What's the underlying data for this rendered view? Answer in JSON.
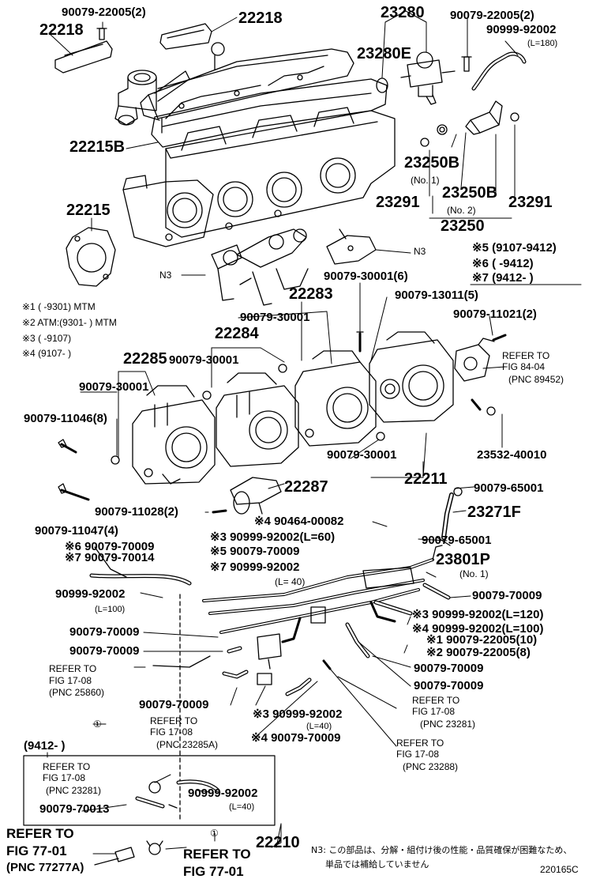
{
  "labels": {
    "p90079_22005_2_top": "90079-22005(2)",
    "p22218_right": "22218",
    "p22218_left": "22218",
    "p23280": "23280",
    "p90079_22005_2_right": "90079-22005(2)",
    "p90999_92002_top": "90999-92002",
    "len180": "(L=180)",
    "p23280E": "23280E",
    "p22215B": "22215B",
    "p23250B_no1": "23250B",
    "no1_a": "(No. 1)",
    "p23250B_no2": "23250B",
    "no2": "(No. 2)",
    "p23291_left": "23291",
    "p23291_right": "23291",
    "p23250": "23250",
    "p22215": "22215",
    "n3_right": "N3",
    "n3_left": "N3",
    "note5": "※5 (9107-9412)",
    "note6": "※6 (      -9412)",
    "note7": "※7 (9412-      )",
    "p90079_30001_6": "90079-30001(6)",
    "note1": "※1 (      -9301) MTM",
    "note2": "※2 ATM:(9301-      ) MTM",
    "note3": "※3 (      -9107)",
    "note4": "※4 (9107-      )",
    "p22283": "22283",
    "p90079_13011_5": "90079-13011(5)",
    "p90079_30001_a": "90079-30001",
    "p90079_11021_2": "90079-11021(2)",
    "p22284": "22284",
    "refer_84": "REFER TO",
    "fig_84": "FIG 84-04",
    "pnc_89452": "(PNC 89452)",
    "p22285": "22285",
    "p90079_30001_b": "90079-30001",
    "p90079_30001_c": "90079-30001",
    "p90079_11046_8": "90079-11046(8)",
    "p90079_30001_d": "90079-30001",
    "p23532_40010": "23532-40010",
    "p22211": "22211",
    "p90079_65001_top": "90079-65001",
    "p22287": "22287",
    "p90079_11028_2": "90079-11028(2)",
    "p23271F": "23271F",
    "p90079_11047_4": "90079-11047(4)",
    "p90464_00082": "※4 90464-00082",
    "p90079_65001_b": "90079-65001",
    "s3_90999_92002": "※3 90999-92002(L=60)",
    "s6_90079_70009": "※6 90079-70009",
    "s5_90079_70009": "※5 90079-70009",
    "s7_90079_70014": "※7 90079-70014",
    "s7_90999_92002": "※7 90999-92002",
    "p23801P": "23801P",
    "no1_b": "(No. 1)",
    "len40_a": "(L= 40)",
    "p90999_92002_left": "90999-92002",
    "len100": "(L=100)",
    "p90079_70009_right": "90079-70009",
    "s3_90999_92002_120": "※3 90999-92002(L=120)",
    "s4_90999_92002_100": "※4 90999-92002(L=100)",
    "p90079_70009_l1": "90079-70009",
    "s1_90079_22005_10": "※1 90079-22005(10)",
    "s2_90079_22005_8": "※2 90079-22005(8)",
    "p90079_70009_l2": "90079-70009",
    "p90079_70009_m1": "90079-70009",
    "refer_17a": "REFER TO",
    "fig_17a": "FIG 17-08",
    "pnc_25860": "(PNC 25860)",
    "p90079_70009_m2": "90079-70009",
    "p90079_70009_bottom": "90079-70009",
    "refer_17b": "REFER TO",
    "fig_17b": "FIG 17-08",
    "pnc_23281_r": "(PNC 23281)",
    "refer_17c": "REFER TO",
    "fig_17c": "FIG 17-08",
    "pnc_23285A": "(PNC 23285A)",
    "s3_90999_92002_40": "※3 90999-92002",
    "len40_b": "(L=40)",
    "s4_90079_70009": "※4 90079-70009",
    "circle1_a": "①",
    "refer_17d": "REFER TO",
    "fig_17d": "FIG 17-08",
    "pnc_23288": "(PNC 23288)",
    "date9412": "(9412-      )",
    "refer_17e": "REFER TO",
    "fig_17e": "FIG 17-08",
    "pnc_23281_b": "(PNC 23281)",
    "p90999_92002_box": "90999-92002",
    "len40_c": "(L=40)",
    "p90079_70013": "90079-70013",
    "refer_77a": "REFER TO",
    "fig_77a": "FIG 77-01",
    "pnc_77277A": "(PNC 77277A)",
    "circle1_b": "①",
    "p22210": "22210",
    "refer_77b": "REFER TO",
    "fig_77b": "FIG 77-01",
    "note_n3_l1": "N3: この部品は、分解・組付け後の性能・品質確保が困難なため、",
    "note_n3_l2": "単品では補給していません",
    "diagram_id": "220165C"
  }
}
